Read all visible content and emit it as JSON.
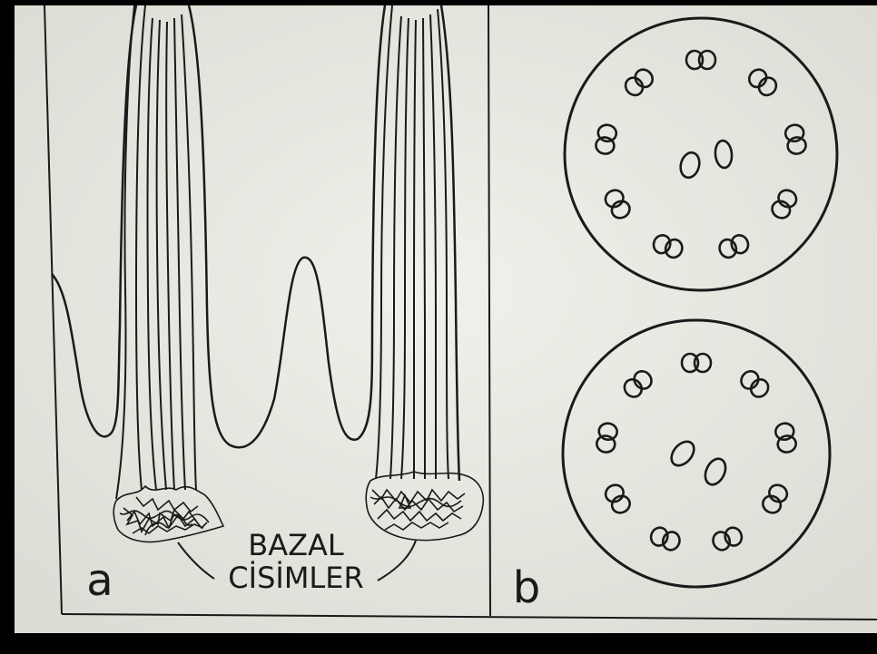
{
  "panels": {
    "a": {
      "letter": "a"
    },
    "b": {
      "letter": "b"
    }
  },
  "labels": {
    "line1": "BAZAL",
    "line2": "CİSİMLER"
  },
  "colors": {
    "paper": "#e9e8e2",
    "ink": "#1a1a1a",
    "border": "#000000"
  }
}
